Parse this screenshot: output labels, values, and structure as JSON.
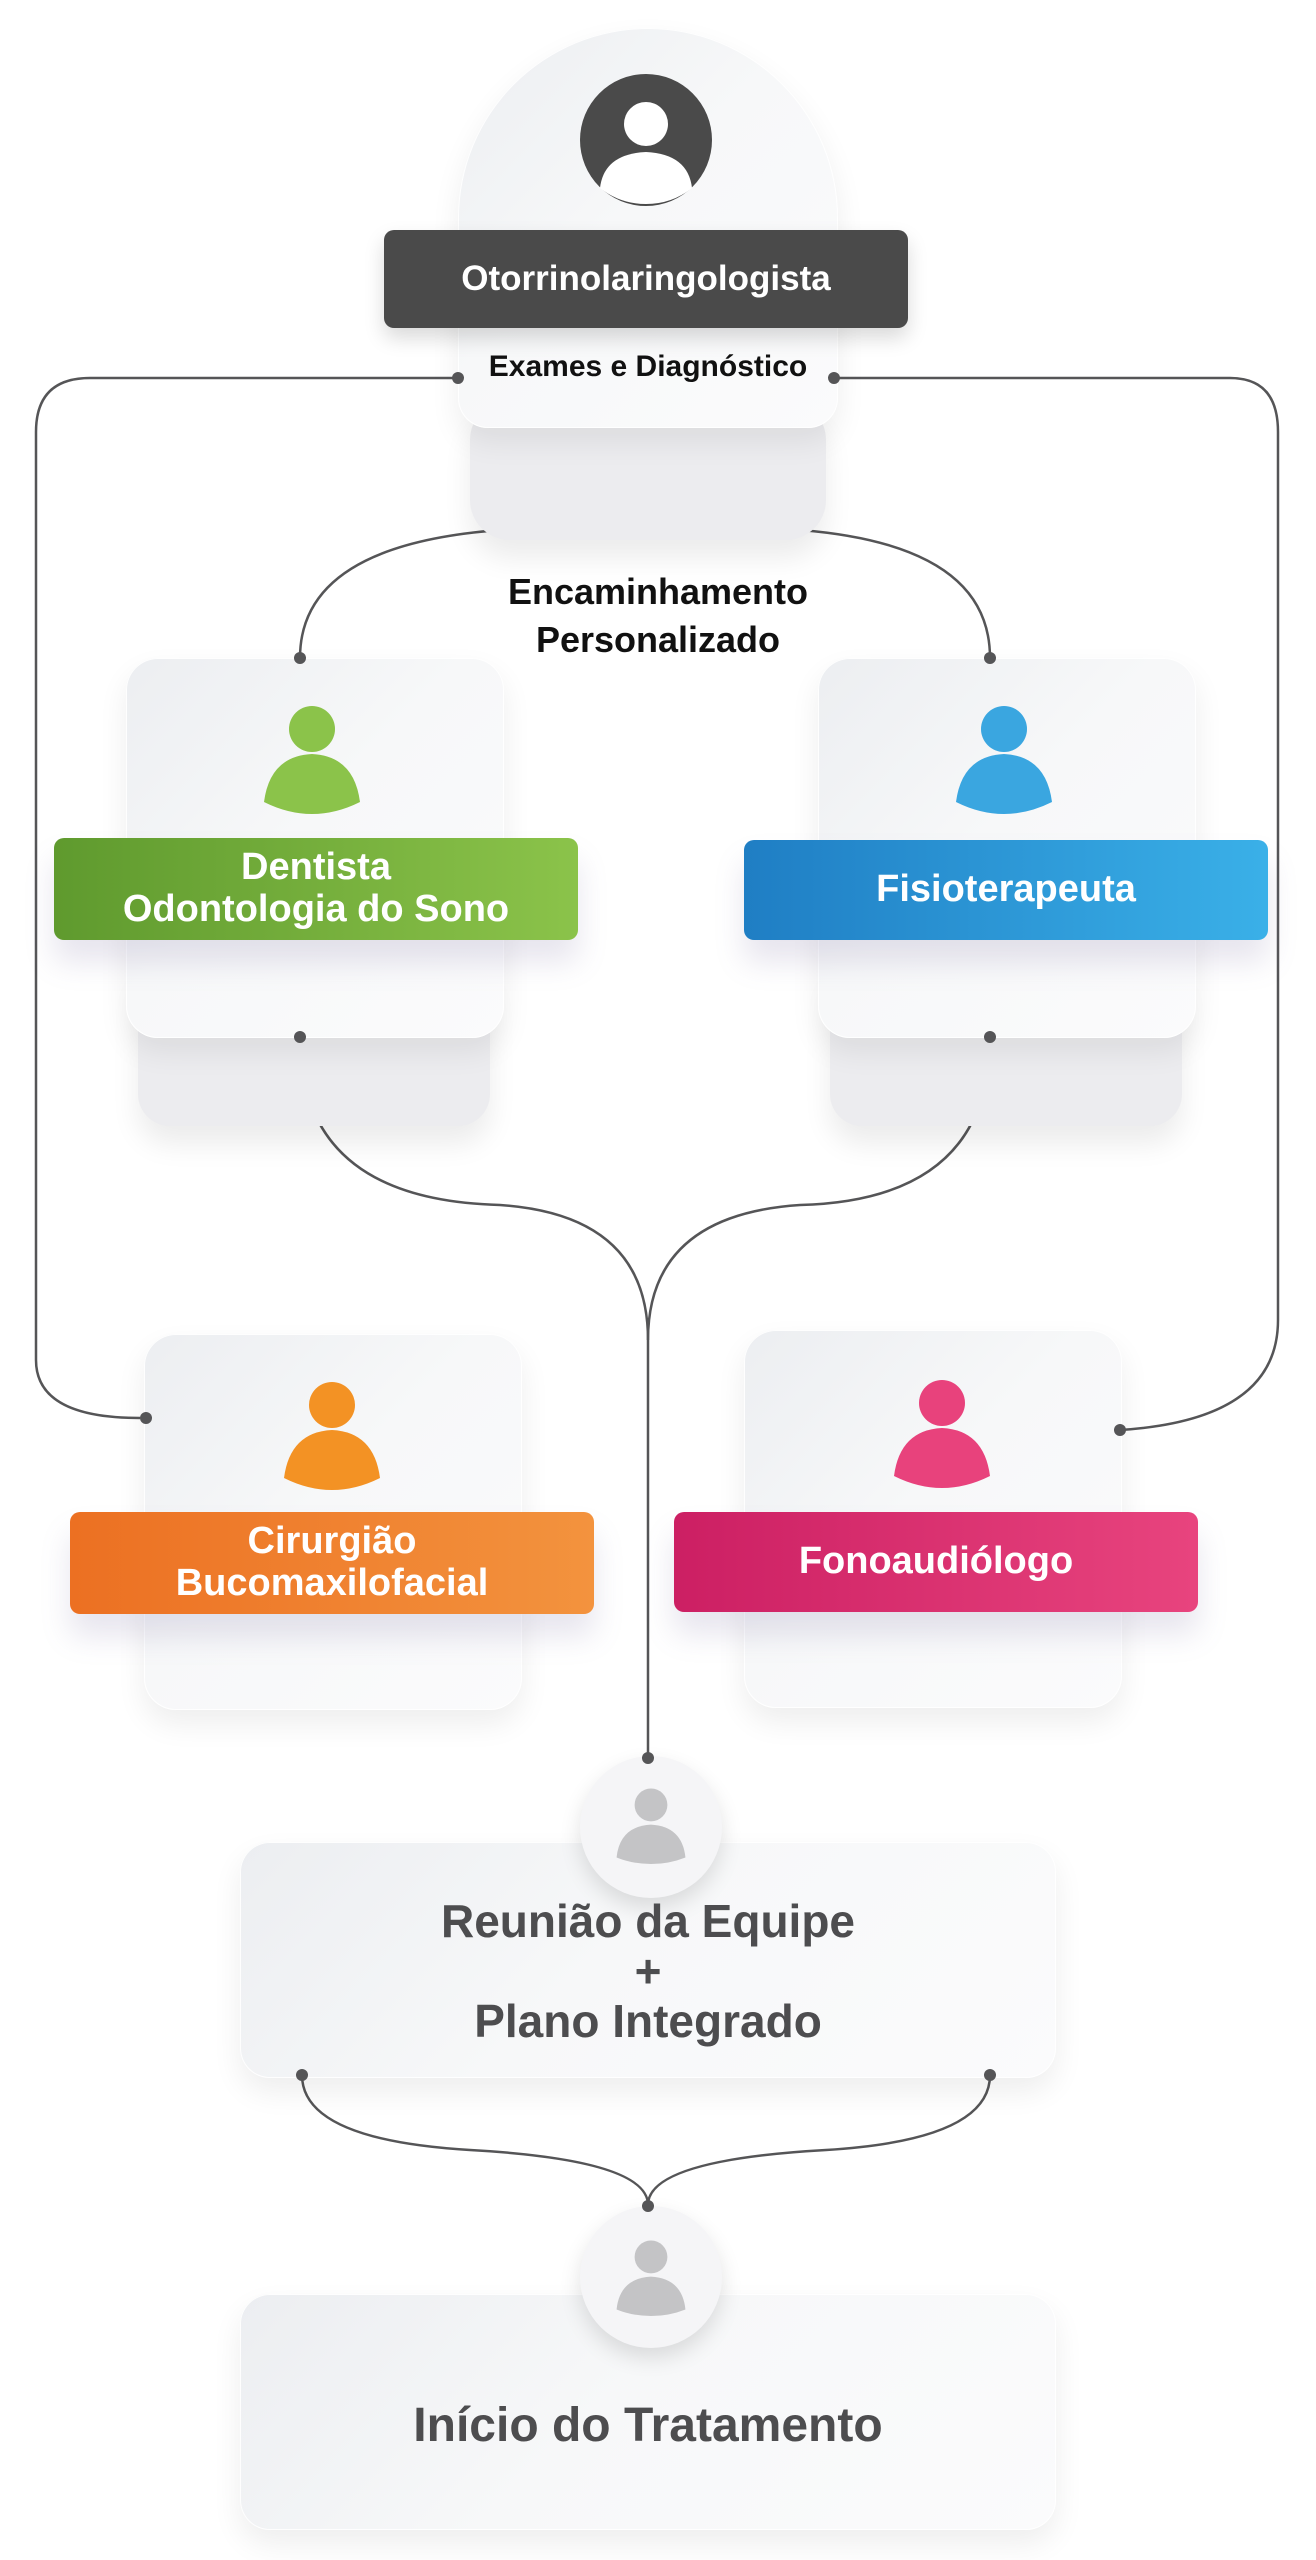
{
  "diagram": {
    "top_node": {
      "title": "Otorrinolaringologista",
      "subtitle": "Exames e Diagnóstico",
      "avatar_color": "#4a4a4a",
      "title_bg": "#4a4a4a"
    },
    "routing_label": {
      "line1": "Encaminhamento",
      "line2": "Personalizado"
    },
    "specialists": [
      {
        "line1": "Dentista",
        "line2": "Odontologia do Sono",
        "color": "#8bc34a",
        "dark": "#5f9a2e"
      },
      {
        "line1": "Fisioterapeuta",
        "line2": "",
        "color": "#3aa6e0",
        "dark": "#1f7ec4"
      },
      {
        "line1": "Cirurgião",
        "line2": "Bucomaxilofacial",
        "color": "#f39224",
        "dark": "#ec7022"
      },
      {
        "line1": "Fonoaudiólogo",
        "line2": "",
        "color": "#e8427c",
        "dark": "#cc1f63"
      }
    ],
    "team_meeting": {
      "line1": "Reunião da Equipe",
      "line2": "+",
      "line3": "Plano Integrado"
    },
    "treatment_start": {
      "label": "Início do Tratamento"
    },
    "connector_color": "#555557",
    "muted_text_color": "#4d4d4f"
  }
}
